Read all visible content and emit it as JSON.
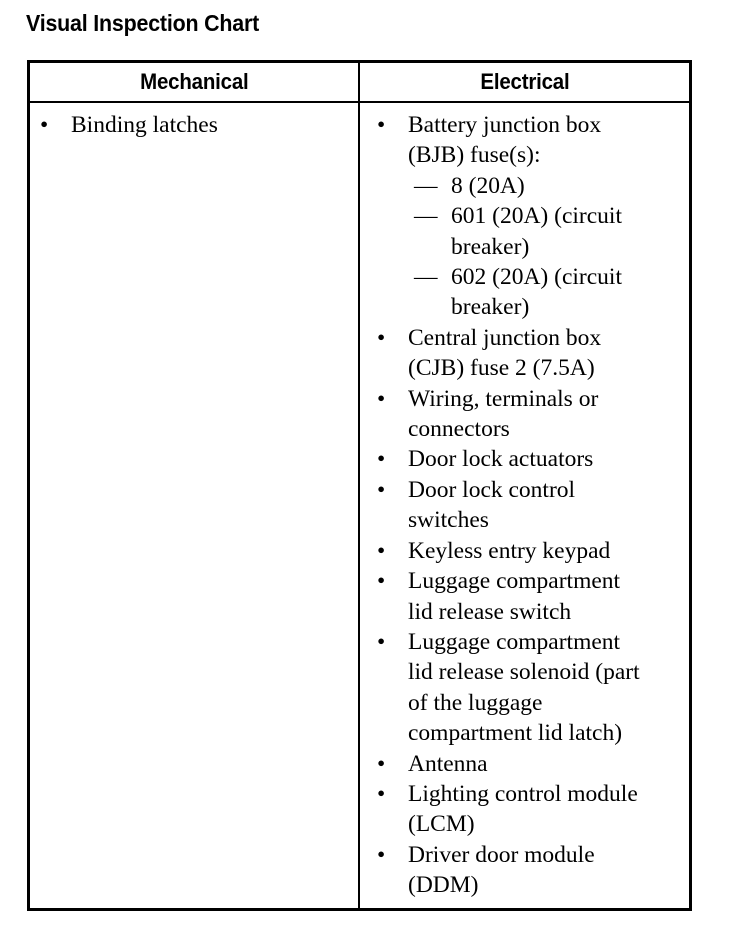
{
  "page": {
    "title": "Visual Inspection Chart"
  },
  "table": {
    "columns": [
      {
        "key": "mechanical",
        "header": "Mechanical"
      },
      {
        "key": "electrical",
        "header": "Electrical"
      }
    ],
    "mechanical": {
      "items": [
        {
          "text": "Binding latches",
          "marker": "bullet"
        }
      ]
    },
    "electrical": {
      "items": [
        {
          "text": "Battery junction box\n(BJB) fuse(s):",
          "marker": "bullet",
          "subitems": [
            {
              "text": "8 (20A)",
              "marker": "em-dash"
            },
            {
              "text": "601 (20A) (circuit\nbreaker)",
              "marker": "em-dash"
            },
            {
              "text": "602 (20A) (circuit\nbreaker)",
              "marker": "em-dash"
            }
          ]
        },
        {
          "text": "Central junction box\n(CJB) fuse 2 (7.5A)",
          "marker": "bullet"
        },
        {
          "text": "Wiring, terminals or\nconnectors",
          "marker": "bullet"
        },
        {
          "text": "Door lock actuators",
          "marker": "bullet"
        },
        {
          "text": "Door lock control\nswitches",
          "marker": "bullet"
        },
        {
          "text": "Keyless entry keypad",
          "marker": "bullet"
        },
        {
          "text": "Luggage compartment\nlid release switch",
          "marker": "bullet"
        },
        {
          "text": "Luggage compartment\nlid release solenoid (part\nof the luggage\ncompartment lid latch)",
          "marker": "bullet"
        },
        {
          "text": "Antenna",
          "marker": "bullet"
        },
        {
          "text": "Lighting control module\n(LCM)",
          "marker": "bullet"
        },
        {
          "text": "Driver door module\n(DDM)",
          "marker": "bullet"
        }
      ]
    }
  }
}
